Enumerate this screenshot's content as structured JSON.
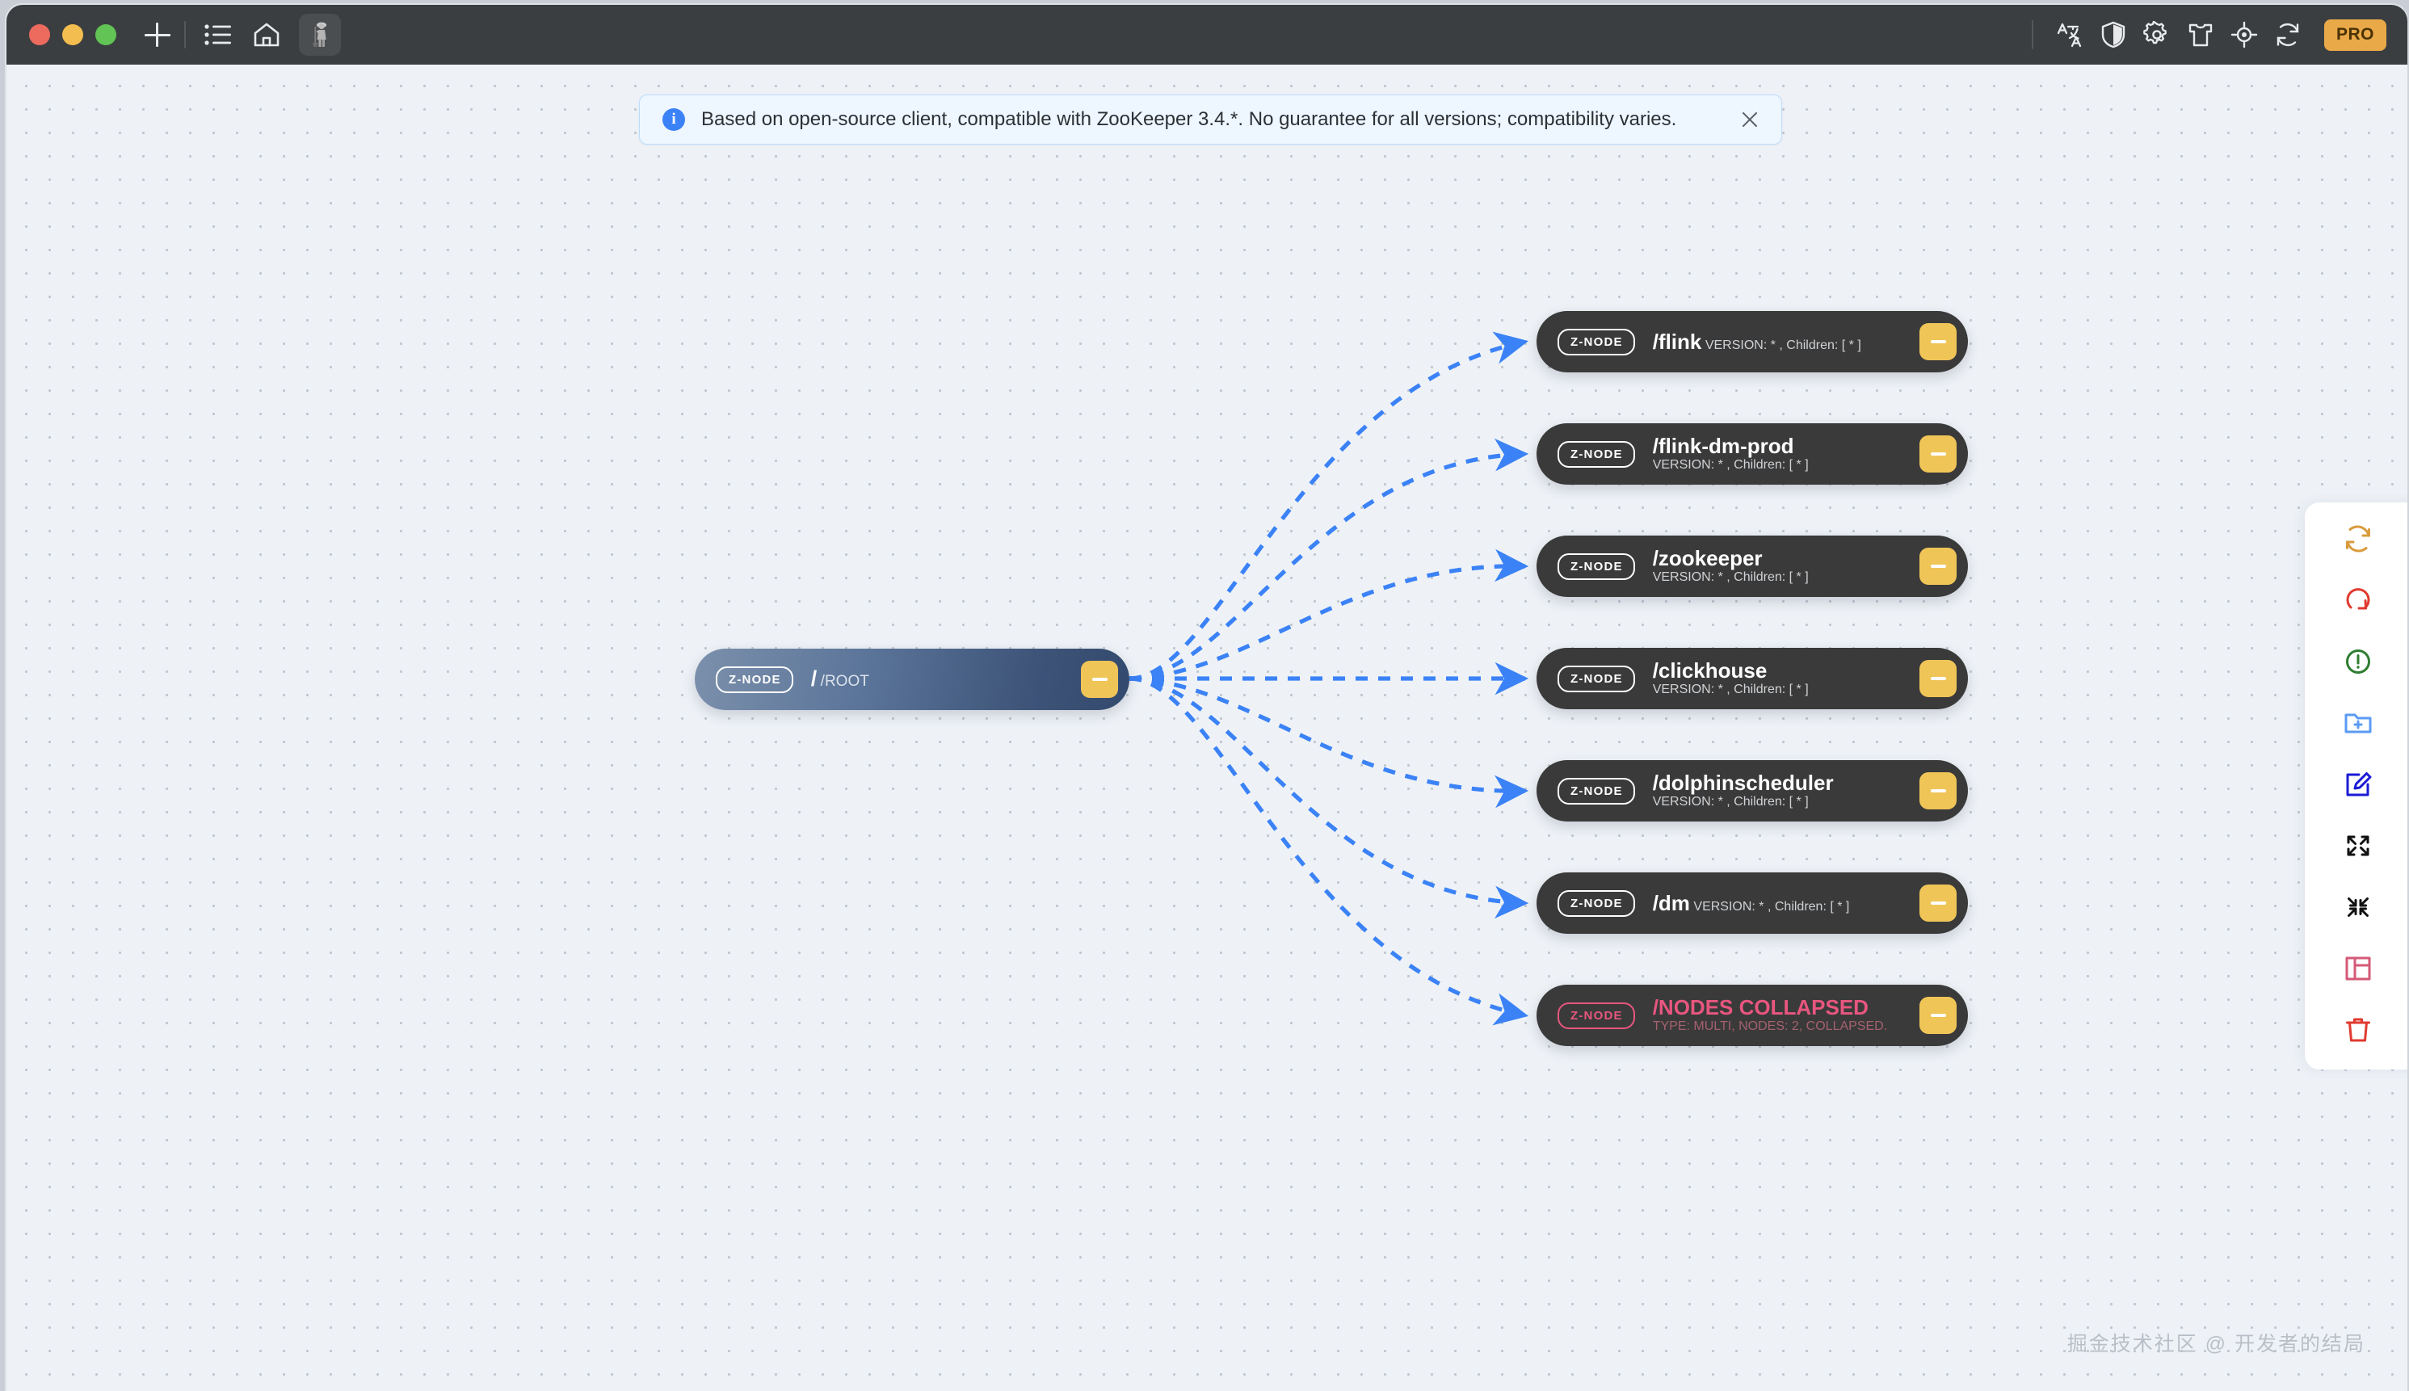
{
  "window": {
    "traffic_lights": [
      "close",
      "minimize",
      "zoom"
    ],
    "titlebar": {
      "new_tab_label": "+",
      "left_icons": [
        {
          "name": "list-icon",
          "label": "List"
        },
        {
          "name": "home-icon",
          "label": "Home"
        }
      ],
      "active_tab": {
        "name": "zookeeper-tab",
        "label": "ZooKeeper"
      },
      "right_icons": [
        {
          "name": "translate-icon",
          "label": "Translate"
        },
        {
          "name": "theme-contrast-icon",
          "label": "Theme"
        },
        {
          "name": "gear-icon",
          "label": "Settings"
        },
        {
          "name": "tshirt-icon",
          "label": "Skin"
        },
        {
          "name": "target-icon",
          "label": "Locate"
        },
        {
          "name": "refresh-icon",
          "label": "Refresh"
        }
      ],
      "pro_label": "PRO"
    }
  },
  "banner": {
    "icon": "info-icon",
    "text": "Based on open-source client, compatible with ZooKeeper 3.4.*. No guarantee for all versions; compatibility varies.",
    "close_label": "✕",
    "accent": "#3b82f6",
    "background": "#eef6ff",
    "border": "#bcdcfb"
  },
  "graph": {
    "edge_color": "#3b82f6",
    "root": {
      "badge": "Z-NODE",
      "title": "/",
      "subtitle": "/ROOT",
      "collapse_label": "–",
      "gradient_from": "#7b90ab",
      "gradient_to": "#334a6e"
    },
    "children": [
      {
        "badge": "Z-NODE",
        "title": "/flink",
        "subtitle": "VERSION: * , Children: [ * ]",
        "collapse_label": "–",
        "state": "normal"
      },
      {
        "badge": "Z-NODE",
        "title": "/flink-dm-prod",
        "subtitle": "VERSION: * , Children: [ * ]",
        "collapse_label": "–",
        "state": "normal"
      },
      {
        "badge": "Z-NODE",
        "title": "/zookeeper",
        "subtitle": "VERSION: * , Children: [ * ]",
        "collapse_label": "–",
        "state": "normal"
      },
      {
        "badge": "Z-NODE",
        "title": "/clickhouse",
        "subtitle": "VERSION: * , Children: [ * ]",
        "collapse_label": "–",
        "state": "normal"
      },
      {
        "badge": "Z-NODE",
        "title": "/dolphinscheduler",
        "subtitle": "VERSION: * , Children: [ * ]",
        "collapse_label": "–",
        "state": "normal"
      },
      {
        "badge": "Z-NODE",
        "title": "/dm",
        "subtitle": "VERSION: * , Children: [ * ]",
        "collapse_label": "–",
        "state": "normal"
      },
      {
        "badge": "Z-NODE",
        "title": "/NODES COLLAPSED",
        "subtitle": "TYPE: MULTI, NODES: 2, COLLAPSED.",
        "collapse_label": "–",
        "state": "collapsed"
      }
    ],
    "node_badge_color": "#ffffff",
    "collapsed_color": "#e8567f",
    "node_background": "#3a3a3a",
    "minus_button_color": "#f0c558"
  },
  "toolpanel": {
    "items": [
      {
        "name": "sync-refresh-icon",
        "label": "Refresh",
        "color": "#d99b3c"
      },
      {
        "name": "undo-icon",
        "label": "Undo",
        "color": "#e03a2f"
      },
      {
        "name": "alert-circle-icon",
        "label": "Alert",
        "color": "#2e7d32"
      },
      {
        "name": "folder-plus-icon",
        "label": "New node",
        "color": "#5b9bf3"
      },
      {
        "name": "edit-pencil-icon",
        "label": "Edit",
        "color": "#1b1bd6"
      },
      {
        "name": "expand-icon",
        "label": "Expand all",
        "color": "#111111"
      },
      {
        "name": "collapse-icon",
        "label": "Collapse all",
        "color": "#111111"
      },
      {
        "name": "layout-panel-icon",
        "label": "Layout",
        "color": "#d45a77"
      },
      {
        "name": "trash-icon",
        "label": "Delete",
        "color": "#e03a2f"
      }
    ]
  },
  "watermark": {
    "text": "掘金技术社区 @ 开发者的结局"
  }
}
